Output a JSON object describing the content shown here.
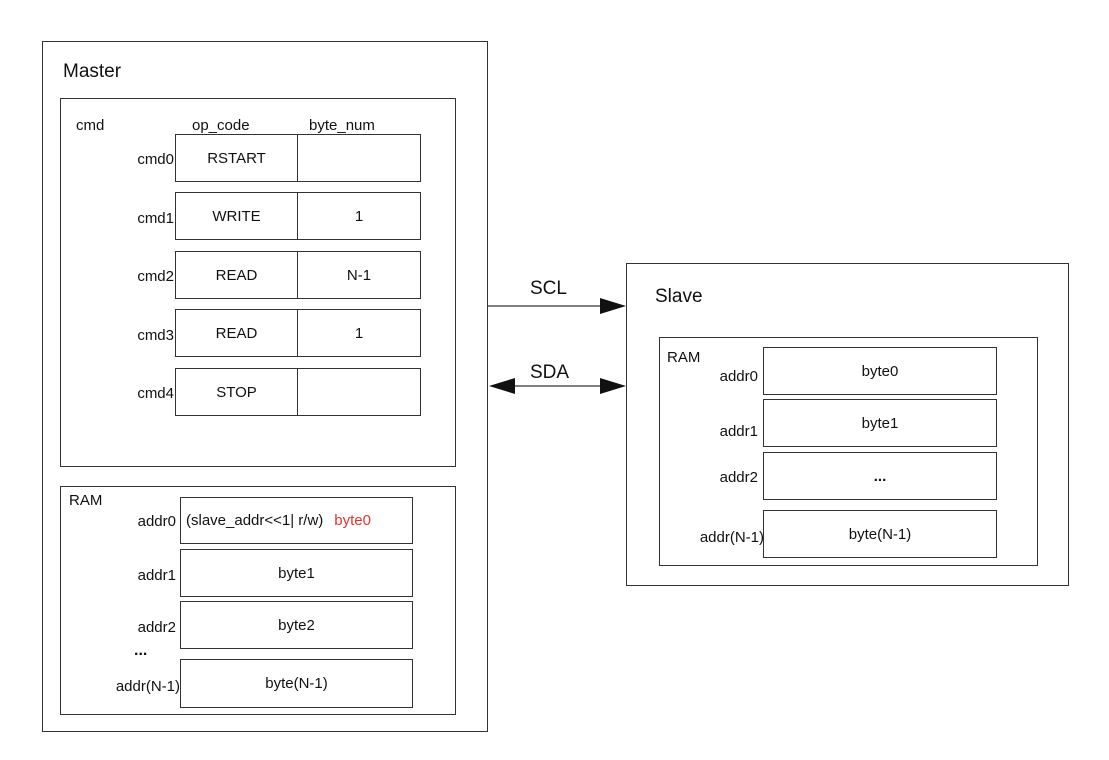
{
  "master": {
    "title": "Master",
    "cmd": {
      "title": "cmd",
      "col_op": "op_code",
      "col_bytes": "byte_num",
      "rows": [
        {
          "label": "cmd0",
          "op": "RSTART",
          "bytes": ""
        },
        {
          "label": "cmd1",
          "op": "WRITE",
          "bytes": "1"
        },
        {
          "label": "cmd2",
          "op": "READ",
          "bytes": "N-1"
        },
        {
          "label": "cmd3",
          "op": "READ",
          "bytes": "1"
        },
        {
          "label": "cmd4",
          "op": "STOP",
          "bytes": ""
        }
      ]
    },
    "ram": {
      "title": "RAM",
      "row0": {
        "label": "addr0",
        "text": "(slave_addr<<1| r/w)",
        "tag": "byte0"
      },
      "rows": [
        {
          "label": "addr1",
          "value": "byte1"
        },
        {
          "label": "addr2",
          "value": "byte2"
        },
        {
          "label": "addr(N-1)",
          "value": "byte(N-1)"
        }
      ],
      "ellipsis": "..."
    }
  },
  "bus": {
    "scl": "SCL",
    "sda": "SDA"
  },
  "slave": {
    "title": "Slave",
    "ram": {
      "title": "RAM",
      "rows": [
        {
          "label": "addr0",
          "value": "byte0"
        },
        {
          "label": "addr1",
          "value": "byte1"
        },
        {
          "label": "addr2",
          "value": "..."
        },
        {
          "label": "addr(N-1)",
          "value": "byte(N-1)"
        }
      ]
    }
  },
  "colors": {
    "line": "#333333",
    "highlight": "#e5322d"
  }
}
